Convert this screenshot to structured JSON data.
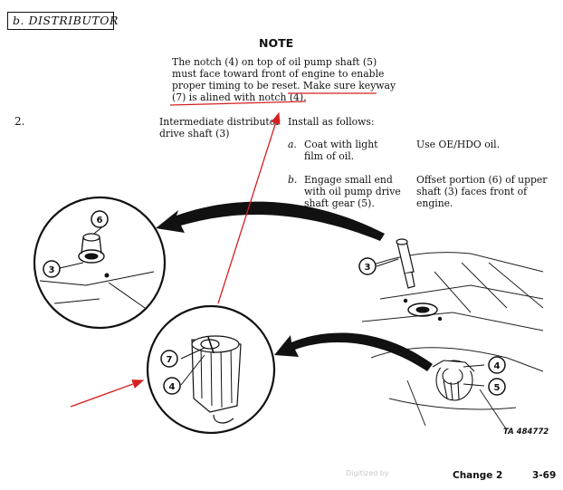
{
  "section_label": "b.  DISTRIBUTOR",
  "note": {
    "title": "NOTE",
    "lines": [
      "The notch (4) on top of oil pump shaft (5)",
      "must face toward front of engine to enable",
      "proper timing to be reset. Make sure keyway",
      "(7) is alined with notch (4)."
    ]
  },
  "step": {
    "number": "2.",
    "item_lines": [
      "Intermediate distributor",
      "drive shaft (3)"
    ],
    "intro": "Install as follows:",
    "substeps": [
      {
        "letter": "a.",
        "action_lines": [
          "Coat with light",
          "film of oil."
        ],
        "remark_lines": [
          "Use OE/HDO oil."
        ]
      },
      {
        "letter": "b.",
        "action_lines": [
          "Engage small end",
          "with oil pump drive",
          "shaft gear (5)."
        ],
        "remark_lines": [
          "Offset portion (6) of upper",
          "shaft (3) faces front of",
          "engine."
        ]
      }
    ]
  },
  "callouts": {
    "c6": "6",
    "c3_detail": "3",
    "c3_main": "3",
    "c7": "7",
    "c4_detail": "4",
    "c4_main": "4",
    "c5": "5"
  },
  "figure_id": "TA 484772",
  "footer": {
    "watermark": "Digitized by",
    "change": "Change 2",
    "page": "3-69"
  },
  "colors": {
    "annotation": "#d42020",
    "ink": "#111111"
  }
}
